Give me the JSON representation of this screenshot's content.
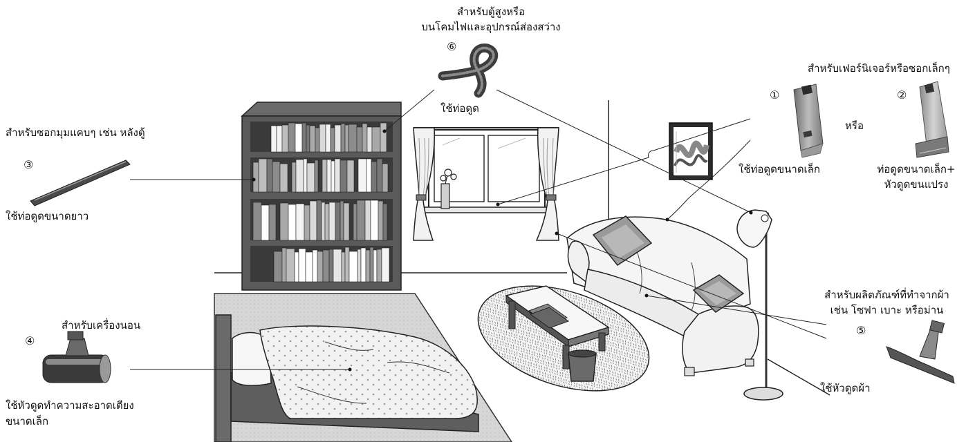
{
  "attachments": {
    "item1": {
      "num": "①",
      "usage": "ใช้ท่อดูดขนาดเล็ก"
    },
    "item2": {
      "num": "②",
      "usage_line1": "ท่อดูดขนาดเล็ก+",
      "usage_line2": "หัวดูดขนแปรง"
    },
    "item3": {
      "num": "③",
      "purpose": "สำหรับซอกมุมแคบๆ เช่น หลังตู้",
      "usage": "ใช้ท่อดูดขนาดยาว"
    },
    "item4": {
      "num": "④",
      "purpose": "สำหรับเครื่องนอน",
      "usage_line1": "ใช้หัวดูดทำความสะอาดเตียง",
      "usage_line2": "ขนาดเล็ก"
    },
    "item5": {
      "num": "⑤",
      "purpose_line1": "สำหรับผลิตภัณฑ์ที่ทำจากผ้า",
      "purpose_line2": "เช่น โซฟา เบาะ หรือม่าน",
      "usage": "ใช้หัวดูดผ้า"
    },
    "item6": {
      "num": "⑥",
      "purpose_line1": "สำหรับตู้สูงหรือ",
      "purpose_line2": "บนโคมไฟและอุปกรณ์ส่องสว่าง",
      "usage": "ใช้ท่อดูด"
    }
  },
  "group12_title": "สำหรับเฟอร์นิเจอร์หรือซอกเล็กๆ",
  "or_text": "หรือ"
}
